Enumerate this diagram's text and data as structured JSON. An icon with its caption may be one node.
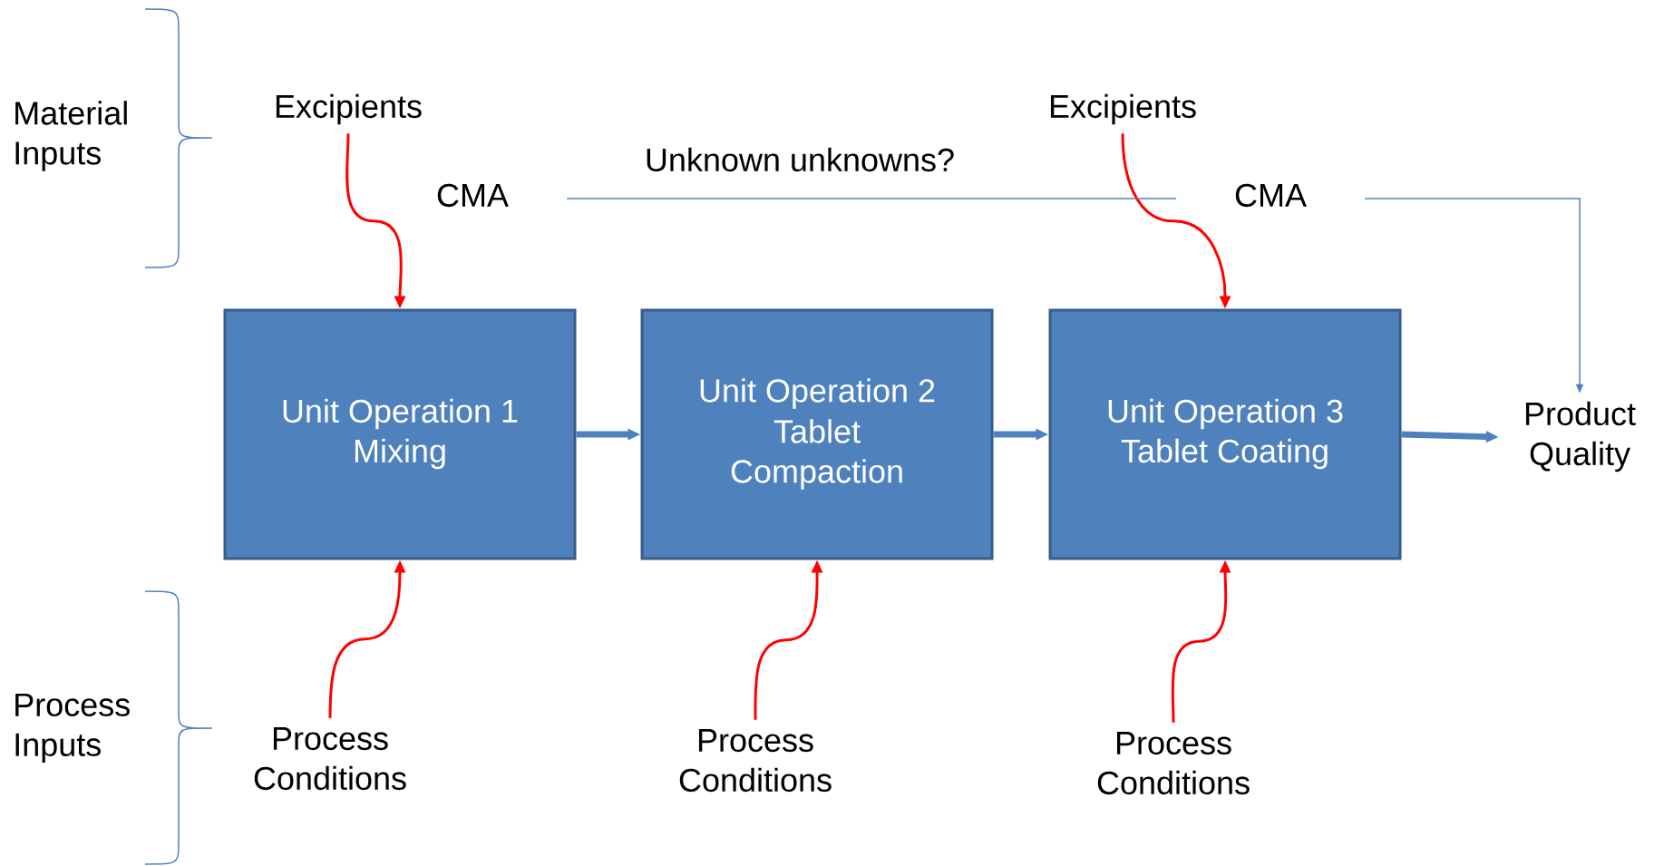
{
  "diagram": {
    "nodes": [
      {
        "text": [
          "Excipients"
        ]
      },
      {
        "text": [
          "CMA"
        ]
      },
      {
        "text": [
          "Unknown unknowns?"
        ]
      },
      {
        "text": [
          "Excipients"
        ]
      },
      {
        "text": [
          "CMA"
        ]
      },
      {
        "text": [
          "Unit Operation 1",
          "Mixing"
        ]
      },
      {
        "text": [
          "Unit Operation 2",
          "Tablet Compaction"
        ]
      },
      {
        "text": [
          "Unit Operation 3",
          "Tablet Coating"
        ]
      },
      {
        "text": [
          "Product Quality"
        ]
      },
      {
        "text": [
          "Process Conditions"
        ]
      },
      {
        "text": [
          "Process Conditions"
        ]
      },
      {
        "text": [
          "Process Conditions"
        ]
      }
    ],
    "edges": [
      {
        "from": 0,
        "to": 5,
        "arrow": "to"
      },
      {
        "from": 3,
        "to": 7,
        "arrow": "to"
      },
      {
        "from": 9,
        "to": 5,
        "arrow": "to"
      },
      {
        "from": 10,
        "to": 6,
        "arrow": "to"
      },
      {
        "from": 11,
        "to": 7,
        "arrow": "to"
      },
      {
        "from": 5,
        "to": 6,
        "arrow": "to",
        "style": "thick",
        "color": "#4f81bd"
      },
      {
        "from": 6,
        "to": 7,
        "arrow": "to",
        "style": "thick",
        "color": "#4f81bd"
      },
      {
        "from": 7,
        "to": 8,
        "arrow": "to",
        "style": "thick",
        "color": "#4f81bd"
      },
      {
        "from": 1,
        "to": 4,
        "arrow": "none",
        "color": "#4f81bd"
      },
      {
        "from": 4,
        "to": 8,
        "arrow": "to",
        "color": "#4f81bd"
      }
    ],
    "labels": [
      "Material Inputs",
      "Process Inputs"
    ]
  }
}
